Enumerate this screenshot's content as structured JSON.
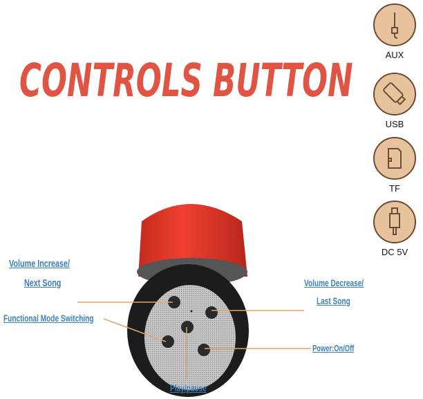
{
  "title": "CONTROLS BUTTON",
  "ports": [
    {
      "label": "AUX",
      "icon": "aux-jack-icon"
    },
    {
      "label": "USB",
      "icon": "usb-icon"
    },
    {
      "label": "TF",
      "icon": "tf-card-icon"
    },
    {
      "label": "DC 5V",
      "icon": "dc-plug-icon"
    }
  ],
  "callouts": {
    "volume_increase_1": "Volume Increase/",
    "volume_increase_2": "Next Song",
    "volume_decrease_1": "Volume Decrease/",
    "volume_decrease_2": "Last Song",
    "mode": "Functional Mode Switching",
    "power": "Power:On/Off",
    "play": "Play/pause"
  },
  "colors": {
    "title": "#e05444",
    "callout": "#3b80b8",
    "line": "#e0a66e",
    "speaker": "#e8392b"
  }
}
